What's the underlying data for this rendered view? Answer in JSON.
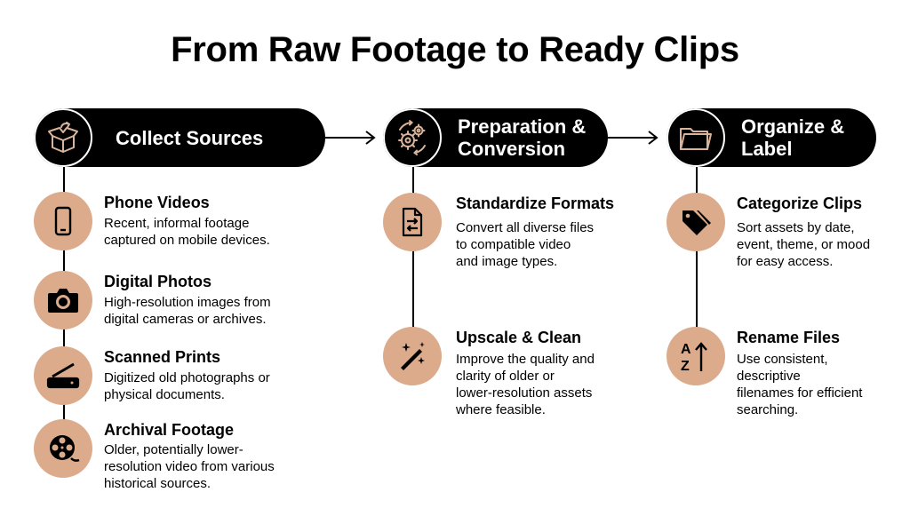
{
  "title": "From Raw Footage to Ready Clips",
  "stages": [
    {
      "label_lines": [
        "Collect Sources"
      ],
      "icon": "open-box-icon",
      "steps": [
        {
          "title": "Phone Videos",
          "desc_lines": [
            "Recent, informal footage",
            "captured on mobile devices."
          ],
          "icon": "smartphone-icon"
        },
        {
          "title": "Digital Photos",
          "desc_lines": [
            "High-resolution images from",
            "digital cameras or archives."
          ],
          "icon": "camera-icon"
        },
        {
          "title": "Scanned Prints",
          "desc_lines": [
            "Digitized old photographs or",
            "physical documents."
          ],
          "icon": "scanner-icon"
        },
        {
          "title": "Archival Footage",
          "desc_lines": [
            "Older, potentially lower-",
            "resolution video from various",
            "historical sources."
          ],
          "icon": "film-reel-icon"
        }
      ]
    },
    {
      "label_lines": [
        "Preparation &",
        "Conversion"
      ],
      "icon": "gears-cycle-icon",
      "steps": [
        {
          "title": "Standardize Formats",
          "desc_lines": [
            "Convert all diverse files",
            "to compatible video",
            "and image types."
          ],
          "icon": "file-convert-icon"
        },
        {
          "title": "Upscale & Clean",
          "desc_lines": [
            "Improve the quality and",
            "clarity of older or",
            "lower-resolution assets",
            "where feasible."
          ],
          "icon": "magic-wand-icon"
        }
      ]
    },
    {
      "label_lines": [
        "Organize &",
        "Label"
      ],
      "icon": "folder-icon",
      "steps": [
        {
          "title": "Categorize Clips",
          "desc_lines": [
            "Sort assets by date,",
            "event, theme, or mood",
            "for easy access."
          ],
          "icon": "tags-icon"
        },
        {
          "title": "Rename Files",
          "desc_lines": [
            "Use consistent,",
            "descriptive",
            "filenames for efficient",
            "searching."
          ],
          "icon": "sort-az-icon"
        }
      ]
    }
  ]
}
